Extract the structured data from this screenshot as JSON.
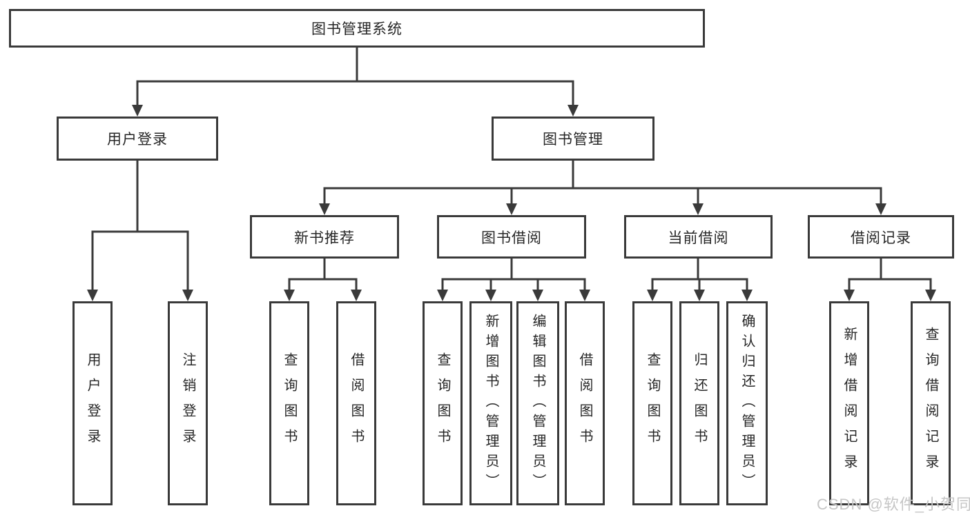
{
  "diagram_title": "图书管理系统",
  "watermark": "CSDN @软件_小贺同学",
  "colors": {
    "line": "#3a3a3a",
    "box_border": "#3a3a3a",
    "box_background": "#ffffff",
    "text": "#262626",
    "watermark": "#c6c6c6",
    "background": "#ffffff"
  },
  "nodes": {
    "root": "图书管理系统",
    "user_login": "用户登录",
    "book_mgmt": "图书管理",
    "new_book_rec": "新书推荐",
    "book_borrow": "图书借阅",
    "current_borrow": "当前借阅",
    "borrow_record": "借阅记录",
    "leaf_user_login": "用户登录",
    "leaf_logout": "注销登录",
    "leaf_query_book_1": "查询图书",
    "leaf_borrow_book_1": "借阅图书",
    "leaf_query_book_2": "查询图书",
    "leaf_add_book": "新增图书（管理员）",
    "leaf_edit_book": "编辑图书（管理员）",
    "leaf_borrow_book_2": "借阅图书",
    "leaf_query_book_3": "查询图书",
    "leaf_return_book": "归还图书",
    "leaf_confirm_return": "确认归还（管理员）",
    "leaf_add_borrow_record": "新增借阅记录",
    "leaf_query_borrow_record": "查询借阅记录"
  }
}
